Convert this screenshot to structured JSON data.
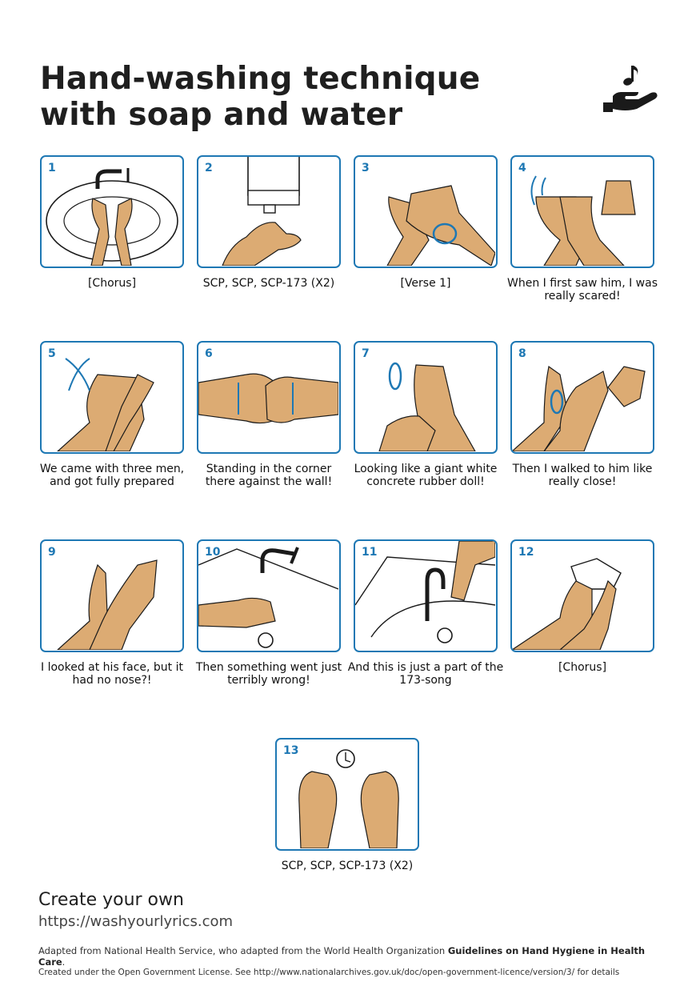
{
  "header": {
    "title_line1": "Hand-washing technique",
    "title_line2": "with soap and water",
    "logo_icon": "music-note-hand-icon"
  },
  "colors": {
    "accent": "#1e78b4",
    "skin": "#dcab73",
    "text": "#1f1f1f"
  },
  "steps": [
    {
      "number": "1",
      "caption": "[Chorus]"
    },
    {
      "number": "2",
      "caption": "SCP, SCP, SCP-173 (X2)"
    },
    {
      "number": "3",
      "caption": "[Verse 1]"
    },
    {
      "number": "4",
      "caption": "When I first saw him, I was really scared!"
    },
    {
      "number": "5",
      "caption": "We came with three men, and got fully prepared"
    },
    {
      "number": "6",
      "caption": "Standing in the corner there against the wall!"
    },
    {
      "number": "7",
      "caption": "Looking like a giant white concrete rubber doll!"
    },
    {
      "number": "8",
      "caption": "Then I walked to him like really close!"
    },
    {
      "number": "9",
      "caption": "I looked at his face, but it had no nose?!"
    },
    {
      "number": "10",
      "caption": "Then something went just terribly wrong!"
    },
    {
      "number": "11",
      "caption": "And this is just a part of the 173-song"
    },
    {
      "number": "12",
      "caption": "[Chorus]"
    },
    {
      "number": "13",
      "caption": "SCP, SCP, SCP-173 (X2)"
    }
  ],
  "footer": {
    "create_label": "Create your own",
    "url": "https://washyourlyrics.com",
    "adapted_prefix": "Adapted from National Health Service, who adapted from the World Health Organization ",
    "adapted_bold": "Guidelines on Hand Hygiene in Health Care",
    "adapted_suffix": ".",
    "license": "Created under the Open Government License. See http://www.nationalarchives.gov.uk/doc/open-government-licence/version/3/ for details"
  }
}
